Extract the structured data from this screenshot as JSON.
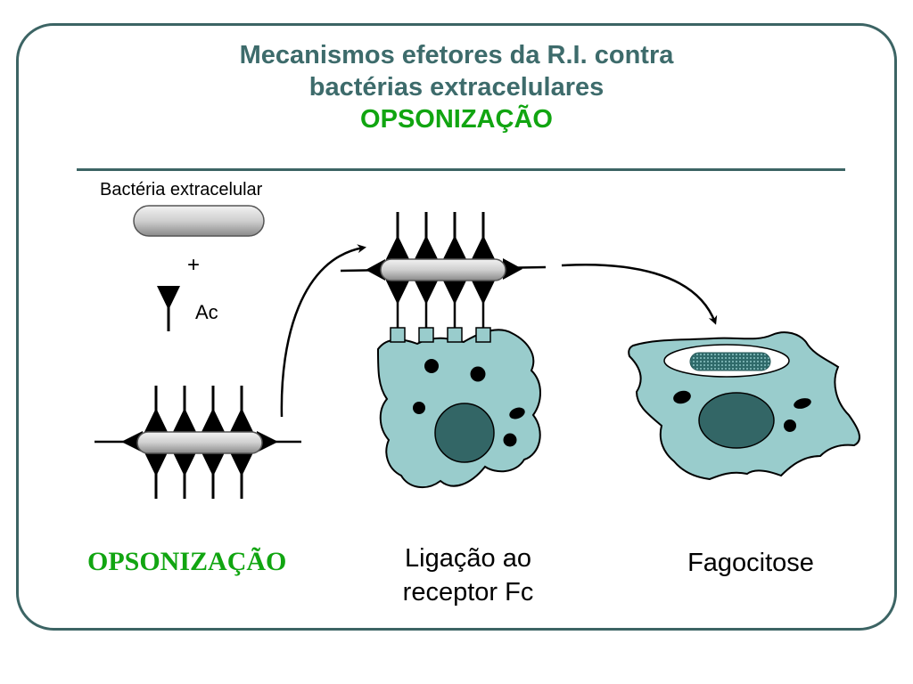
{
  "title": {
    "line1": "Mecanismos efetores da R.I. contra",
    "line2": "bactérias extracelulares",
    "subtitle": "OPSONIZAÇÃO"
  },
  "labels": {
    "bacteria": "Bactéria extracelular",
    "plus": "+",
    "antibody": "Ac",
    "opsonization": "OPSONIZAÇÃO",
    "fc_binding": "Ligação ao receptor Fc",
    "phagocytosis": "Fagocitose"
  },
  "colors": {
    "frame": "#3c6464",
    "title": "#3d6b6b",
    "accent_green": "#11a511",
    "cell_fill": "#99cccc",
    "nucleus_fill": "#336666"
  }
}
